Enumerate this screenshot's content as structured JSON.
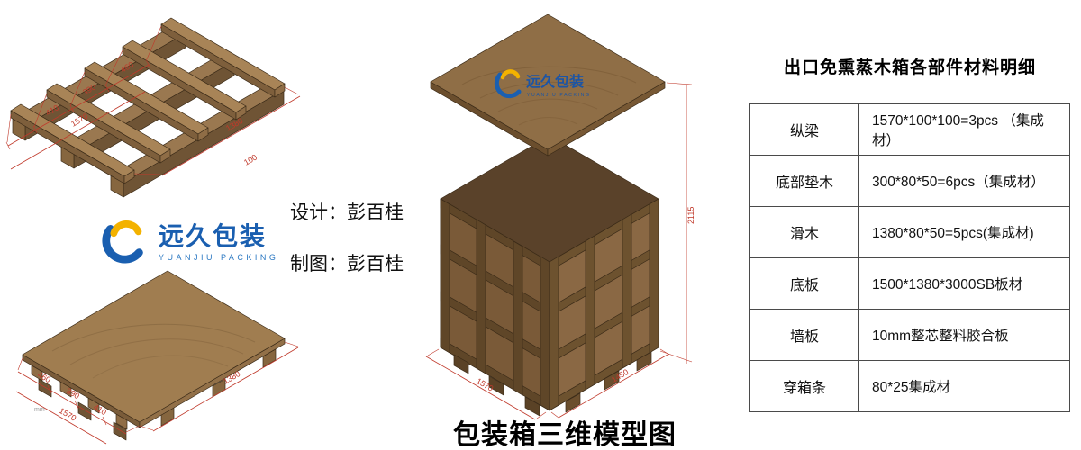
{
  "page": {
    "title": "包装箱三维模型图",
    "unit_note": "mm",
    "credits": {
      "design": "设计：彭百桂",
      "draft": "制图：彭百桂"
    }
  },
  "logo": {
    "name": "远久包装",
    "sub": "YUANJIU PACKING",
    "brand_blue": "#1a5fb0",
    "brand_yellow": "#f3b200"
  },
  "materials": {
    "title": "出口免熏蒸木箱各部件材料明细",
    "rows": [
      {
        "part": "纵梁",
        "spec": "1570*100*100=3pcs （集成材）"
      },
      {
        "part": "底部垫木",
        "spec": "300*80*50=6pcs（集成材）"
      },
      {
        "part": "滑木",
        "spec": "1380*80*50=5pcs(集成材)"
      },
      {
        "part": "底板",
        "spec": "1500*1380*3000SB板材"
      },
      {
        "part": "墙板",
        "spec": "10mm整芯整料胶合板"
      },
      {
        "part": "穿箱条",
        "spec": "80*25集成材"
      }
    ]
  },
  "drawings": {
    "pallet_frame": {
      "seg_dims": [
        "460",
        "390",
        "410"
      ],
      "total_dim": "1570",
      "length_dim": "1380",
      "beam_dim": "100"
    },
    "pallet_deck": {
      "seg_dims": [
        "460",
        "390",
        "410"
      ],
      "total_dim": "1570",
      "length_dim": "1380"
    },
    "crate": {
      "height_dim": "2115",
      "width_dim": "1450",
      "depth_dim": "1570"
    },
    "wood_light": "#a88457",
    "wood_dark": "#6f5435",
    "dim_color": "#c0392b"
  }
}
